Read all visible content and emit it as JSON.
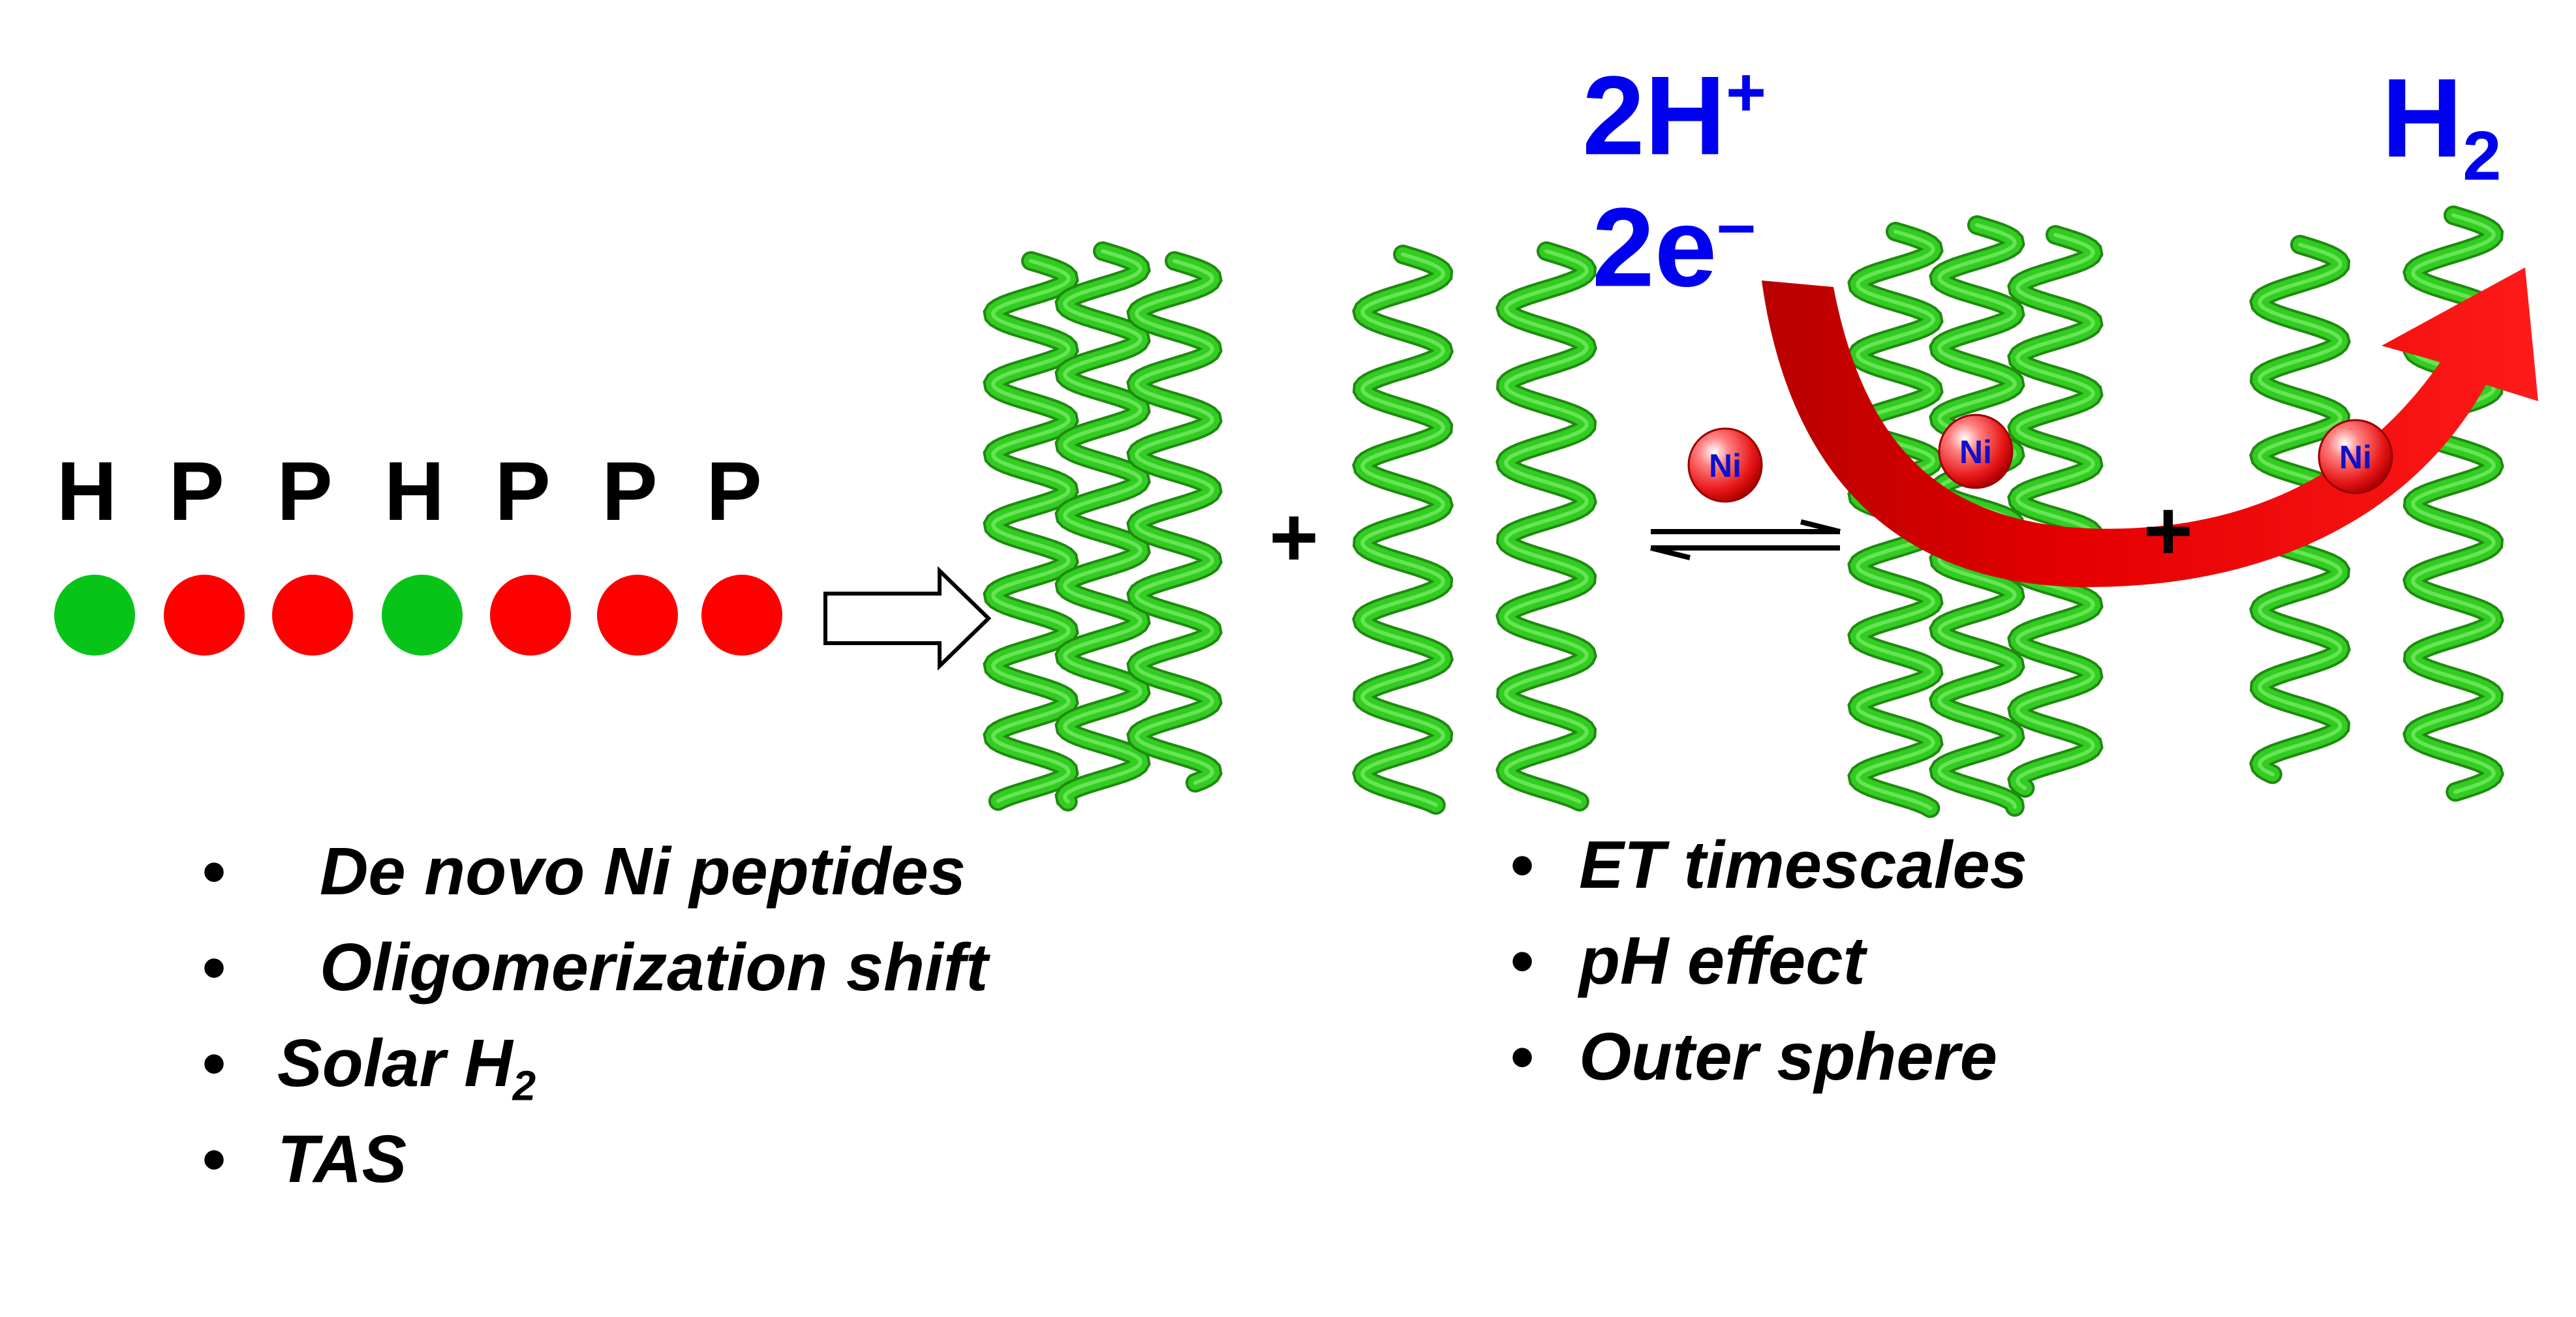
{
  "heptad": {
    "letters": [
      "H",
      "P",
      "P",
      "H",
      "P",
      "P",
      "P"
    ],
    "dots": [
      "hydrophobic",
      "polar",
      "polar",
      "hydrophobic",
      "polar",
      "polar",
      "polar"
    ],
    "colors": {
      "hydrophobic": "#08c418",
      "polar": "#ff0000"
    }
  },
  "reaction": {
    "protons_main": "2H",
    "protons_sup": "+",
    "electrons_main": "2e",
    "electrons_sup": "–",
    "product_main": "H",
    "product_sub": "2",
    "metal": "Ni",
    "plus": "+"
  },
  "bullets_left": [
    {
      "text": "De novo Ni peptides"
    },
    {
      "text": "Oligomerization shift"
    },
    {
      "text": "Solar H",
      "sub": "2"
    },
    {
      "text": "TAS"
    }
  ],
  "bullets_right": [
    {
      "text": "ET timescales"
    },
    {
      "text": "pH effect"
    },
    {
      "text": "Outer sphere"
    }
  ],
  "bullet_char": "•",
  "colors": {
    "helix": "#33cc22",
    "label_blue": "#0000f0",
    "arrow_red": "#e00000",
    "ni_sphere": "#f03030"
  }
}
